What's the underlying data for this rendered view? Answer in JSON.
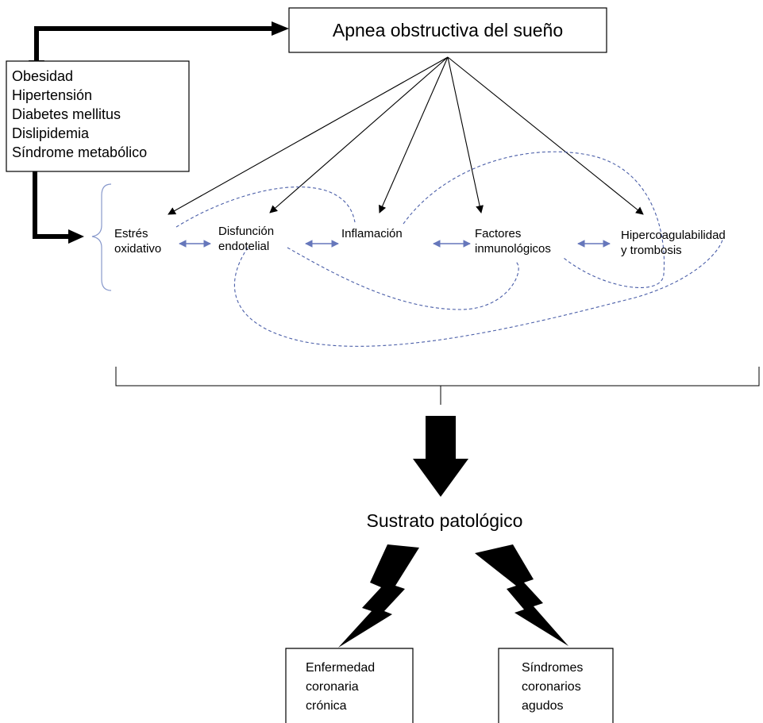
{
  "top_box": {
    "label": "Apnea obstructiva del sueño"
  },
  "risk_factors": [
    "Obesidad",
    "Hipertensión",
    "Diabetes mellitus",
    "Dislipidemia",
    "Síndrome metabólico"
  ],
  "mechanisms": [
    {
      "id": "estres",
      "lines": [
        "Estrés",
        "oxidativo"
      ]
    },
    {
      "id": "disfuncion",
      "lines": [
        "Disfunción",
        "endotelial"
      ]
    },
    {
      "id": "inflamacion",
      "lines": [
        "Inflamación"
      ]
    },
    {
      "id": "inmuno",
      "lines": [
        "Factores",
        "inmunológicos"
      ]
    },
    {
      "id": "hiperco",
      "lines": [
        "Hipercoagulabilidad",
        "y trombosis"
      ]
    }
  ],
  "result_label": "Sustrato patológico",
  "outcomes": [
    {
      "id": "cronica",
      "lines": [
        "Enfermedad",
        "coronaria",
        "crónica"
      ]
    },
    {
      "id": "agudos",
      "lines": [
        "Síndromes",
        "coronarios",
        "agudos"
      ]
    }
  ],
  "colors": {
    "line": "#000000",
    "dashed": "#4a5ea8",
    "double_arrow": "#6677bb",
    "brace": "#8899cc"
  }
}
